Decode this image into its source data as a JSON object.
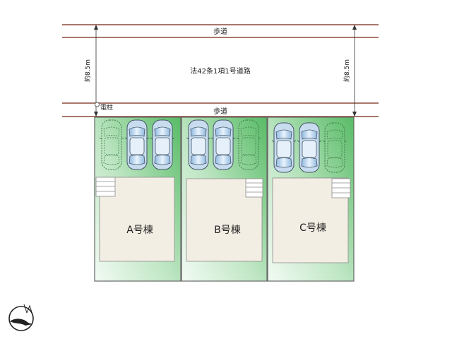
{
  "road": {
    "sidewalk_label": "歩道",
    "road_label": "法42条1項1号道路",
    "width_label": "約8.5m",
    "pole_label": "電柱"
  },
  "lots": [
    {
      "label": "A号棟",
      "parking": [
        "outline",
        "blue",
        "blue"
      ]
    },
    {
      "label": "B号棟",
      "parking": [
        "blue",
        "blue",
        "outline"
      ]
    },
    {
      "label": "C号棟",
      "parking": [
        "blue",
        "blue",
        "outline"
      ]
    }
  ],
  "colors": {
    "road_line": "#8b4a3a",
    "lot_green_dark": "#5dbf6a",
    "lot_green_light": "#e8f6ea",
    "building_fill": "#f3eee4",
    "car_blue": "#a9c8e8",
    "lot_border": "#666666"
  },
  "icons": {
    "compass": "north-arrow-icon"
  }
}
